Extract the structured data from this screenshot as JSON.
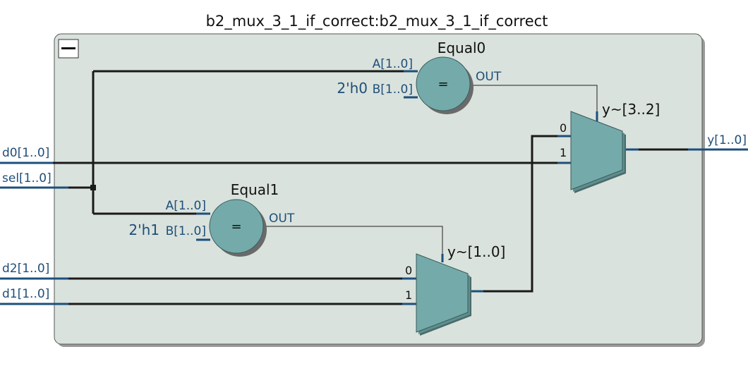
{
  "diagram": {
    "title": "b2_mux_3_1_if_correct:b2_mux_3_1_if_correct",
    "inputs": {
      "d0": "d0[1..0]",
      "sel": "sel[1..0]",
      "d2": "d2[1..0]",
      "d1": "d1[1..0]"
    },
    "output": "y[1..0]",
    "equal0": {
      "name": "Equal0",
      "port_a": "A[1..0]",
      "port_b": "B[1..0]",
      "constant": "2'h0",
      "symbol": "=",
      "out": "OUT"
    },
    "equal1": {
      "name": "Equal1",
      "port_a": "A[1..0]",
      "port_b": "B[1..0]",
      "constant": "2'h1",
      "symbol": "=",
      "out": "OUT"
    },
    "mux_upper": {
      "name": "y~[3..2]",
      "in0": "0",
      "in1": "1"
    },
    "mux_lower": {
      "name": "y~[1..0]",
      "in0": "0",
      "in1": "1"
    },
    "colors": {
      "block_fill": "#d9e2dc",
      "node_fill": "#74aaaa",
      "port_stub": "#1c4f7d",
      "port_text": "#1f4e79"
    }
  }
}
